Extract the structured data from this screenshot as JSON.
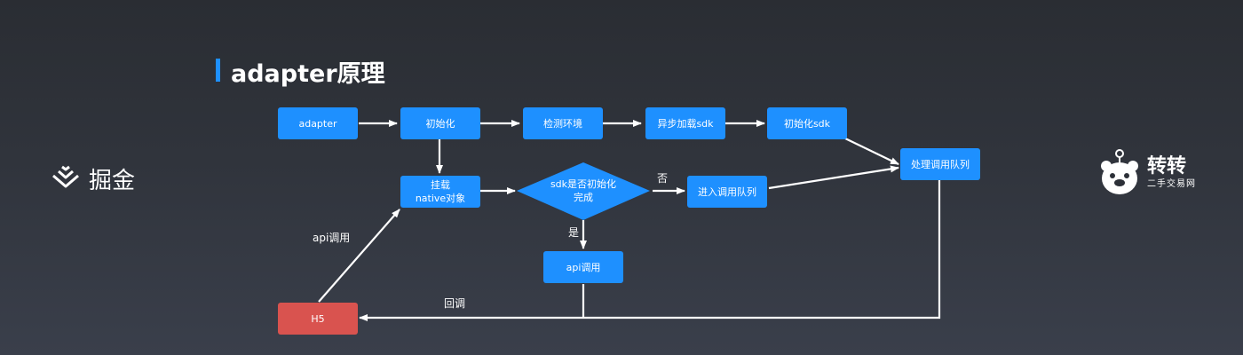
{
  "page": {
    "title": "adapter原理",
    "brand_left": "掘金",
    "brand_right": "转转",
    "brand_right_sub": "二手交易网"
  },
  "colors": {
    "node_fill": "#1e90ff",
    "h5_fill": "#d9534f",
    "arrow": "#ffffff",
    "accent": "#1e90ff"
  },
  "diagram": {
    "nodes": {
      "adapter": "adapter",
      "init": "初始化",
      "check_env": "检测环境",
      "async_load": "异步加载sdk",
      "init_sdk": "初始化sdk",
      "mount_line1": "挂载",
      "mount_line2": "native对象",
      "decision_line1": "sdk是否初始化",
      "decision_line2": "完成",
      "enqueue": "进入调用队列",
      "process_queue": "处理调用队列",
      "api_call": "api调用",
      "h5": "H5"
    },
    "edge_labels": {
      "no": "否",
      "yes": "是",
      "api_call": "api调用",
      "callback": "回调"
    }
  }
}
